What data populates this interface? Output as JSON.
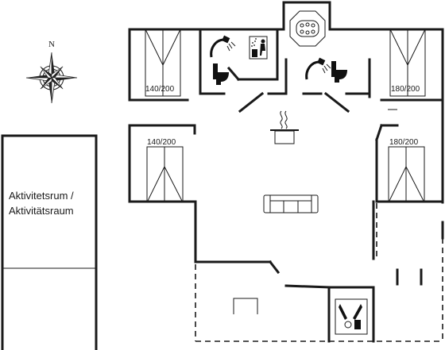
{
  "compass": {
    "north_letter": "N"
  },
  "beds": [
    {
      "label": "140/200"
    },
    {
      "label": "180/200"
    },
    {
      "label": "140/200"
    },
    {
      "label": "180/200"
    }
  ],
  "annex": {
    "line1": "Aktivitetsrum /",
    "line2": "Aktivitätsraum"
  },
  "icons": [
    "compass-rose-icon",
    "shower-icon",
    "toilet-icon",
    "sauna-icon",
    "whirlpool-icon",
    "cooking-pot-icon",
    "sofa-icon",
    "barbecue-icon",
    "bed-icon"
  ]
}
